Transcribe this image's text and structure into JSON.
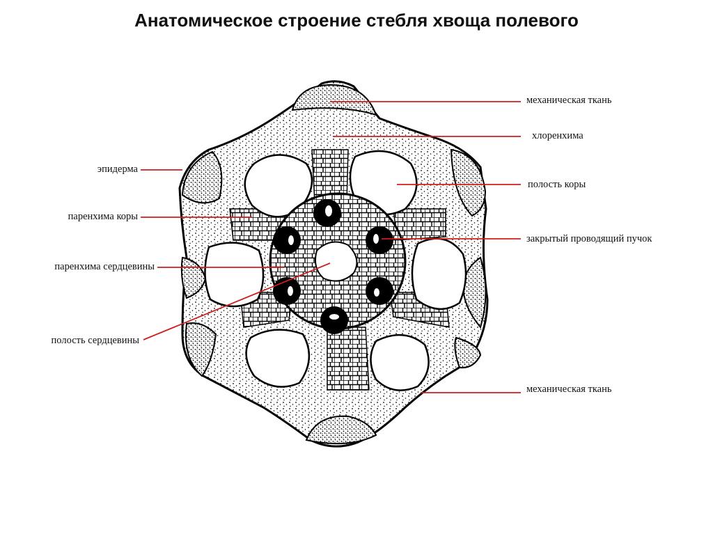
{
  "title": "Анатомическое строение стебля хвоща полевого",
  "colors": {
    "pointer": "#cc1f1f",
    "ink": "#000000",
    "background": "#ffffff"
  },
  "labels": {
    "mechanical_top": "механическая ткань",
    "chlorenchyma": "хлоренхима",
    "cortex_cavity": "полость коры",
    "closed_bundle": "закрытый проводящий пучок",
    "mechanical_bottom": "механическая ткань",
    "epidermis": "эпидерма",
    "cortex_parenchyma": "паренхима коры",
    "pith_parenchyma": "паренхима сердцевины",
    "pith_cavity": "полость сердцевины"
  }
}
